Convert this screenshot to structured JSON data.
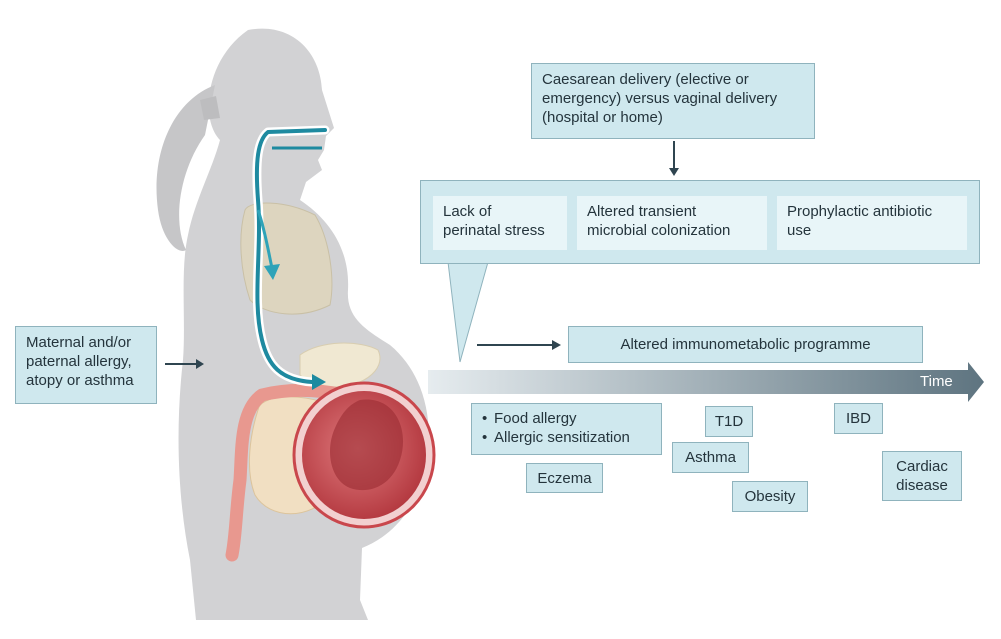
{
  "factors": {
    "delivery": [
      "Caesarean delivery (elective or",
      "emergency) versus vaginal delivery",
      "(hospital or home)"
    ],
    "stress": [
      "Lack of",
      "perinatal stress"
    ],
    "colonization": [
      "Altered transient",
      "microbial colonization"
    ],
    "antibiotic": [
      "Prophylactic antibiotic",
      "use"
    ],
    "parental": [
      "Maternal and/or",
      "paternal allergy,",
      "atopy or asthma"
    ],
    "programme": "Altered immunometabolic programme"
  },
  "timeline": {
    "label": "Time"
  },
  "outcomes": {
    "food_allergy": "Food allergy",
    "allergic_sensitization": "Allergic sensitization",
    "eczema": "Eczema",
    "t1d": "T1D",
    "asthma": "Asthma",
    "obesity": "Obesity",
    "ibd": "IBD",
    "cardiac": [
      "Cardiac",
      "disease"
    ]
  },
  "colors": {
    "box_fill": "#cfe8ee",
    "box_border": "#8fb3bd",
    "inner_fill": "#e8f5f8",
    "arrow": "#2f4550",
    "tract": "#1e8aa0",
    "silhouette": "#d2d2d4",
    "fetus": "#b83a40"
  }
}
